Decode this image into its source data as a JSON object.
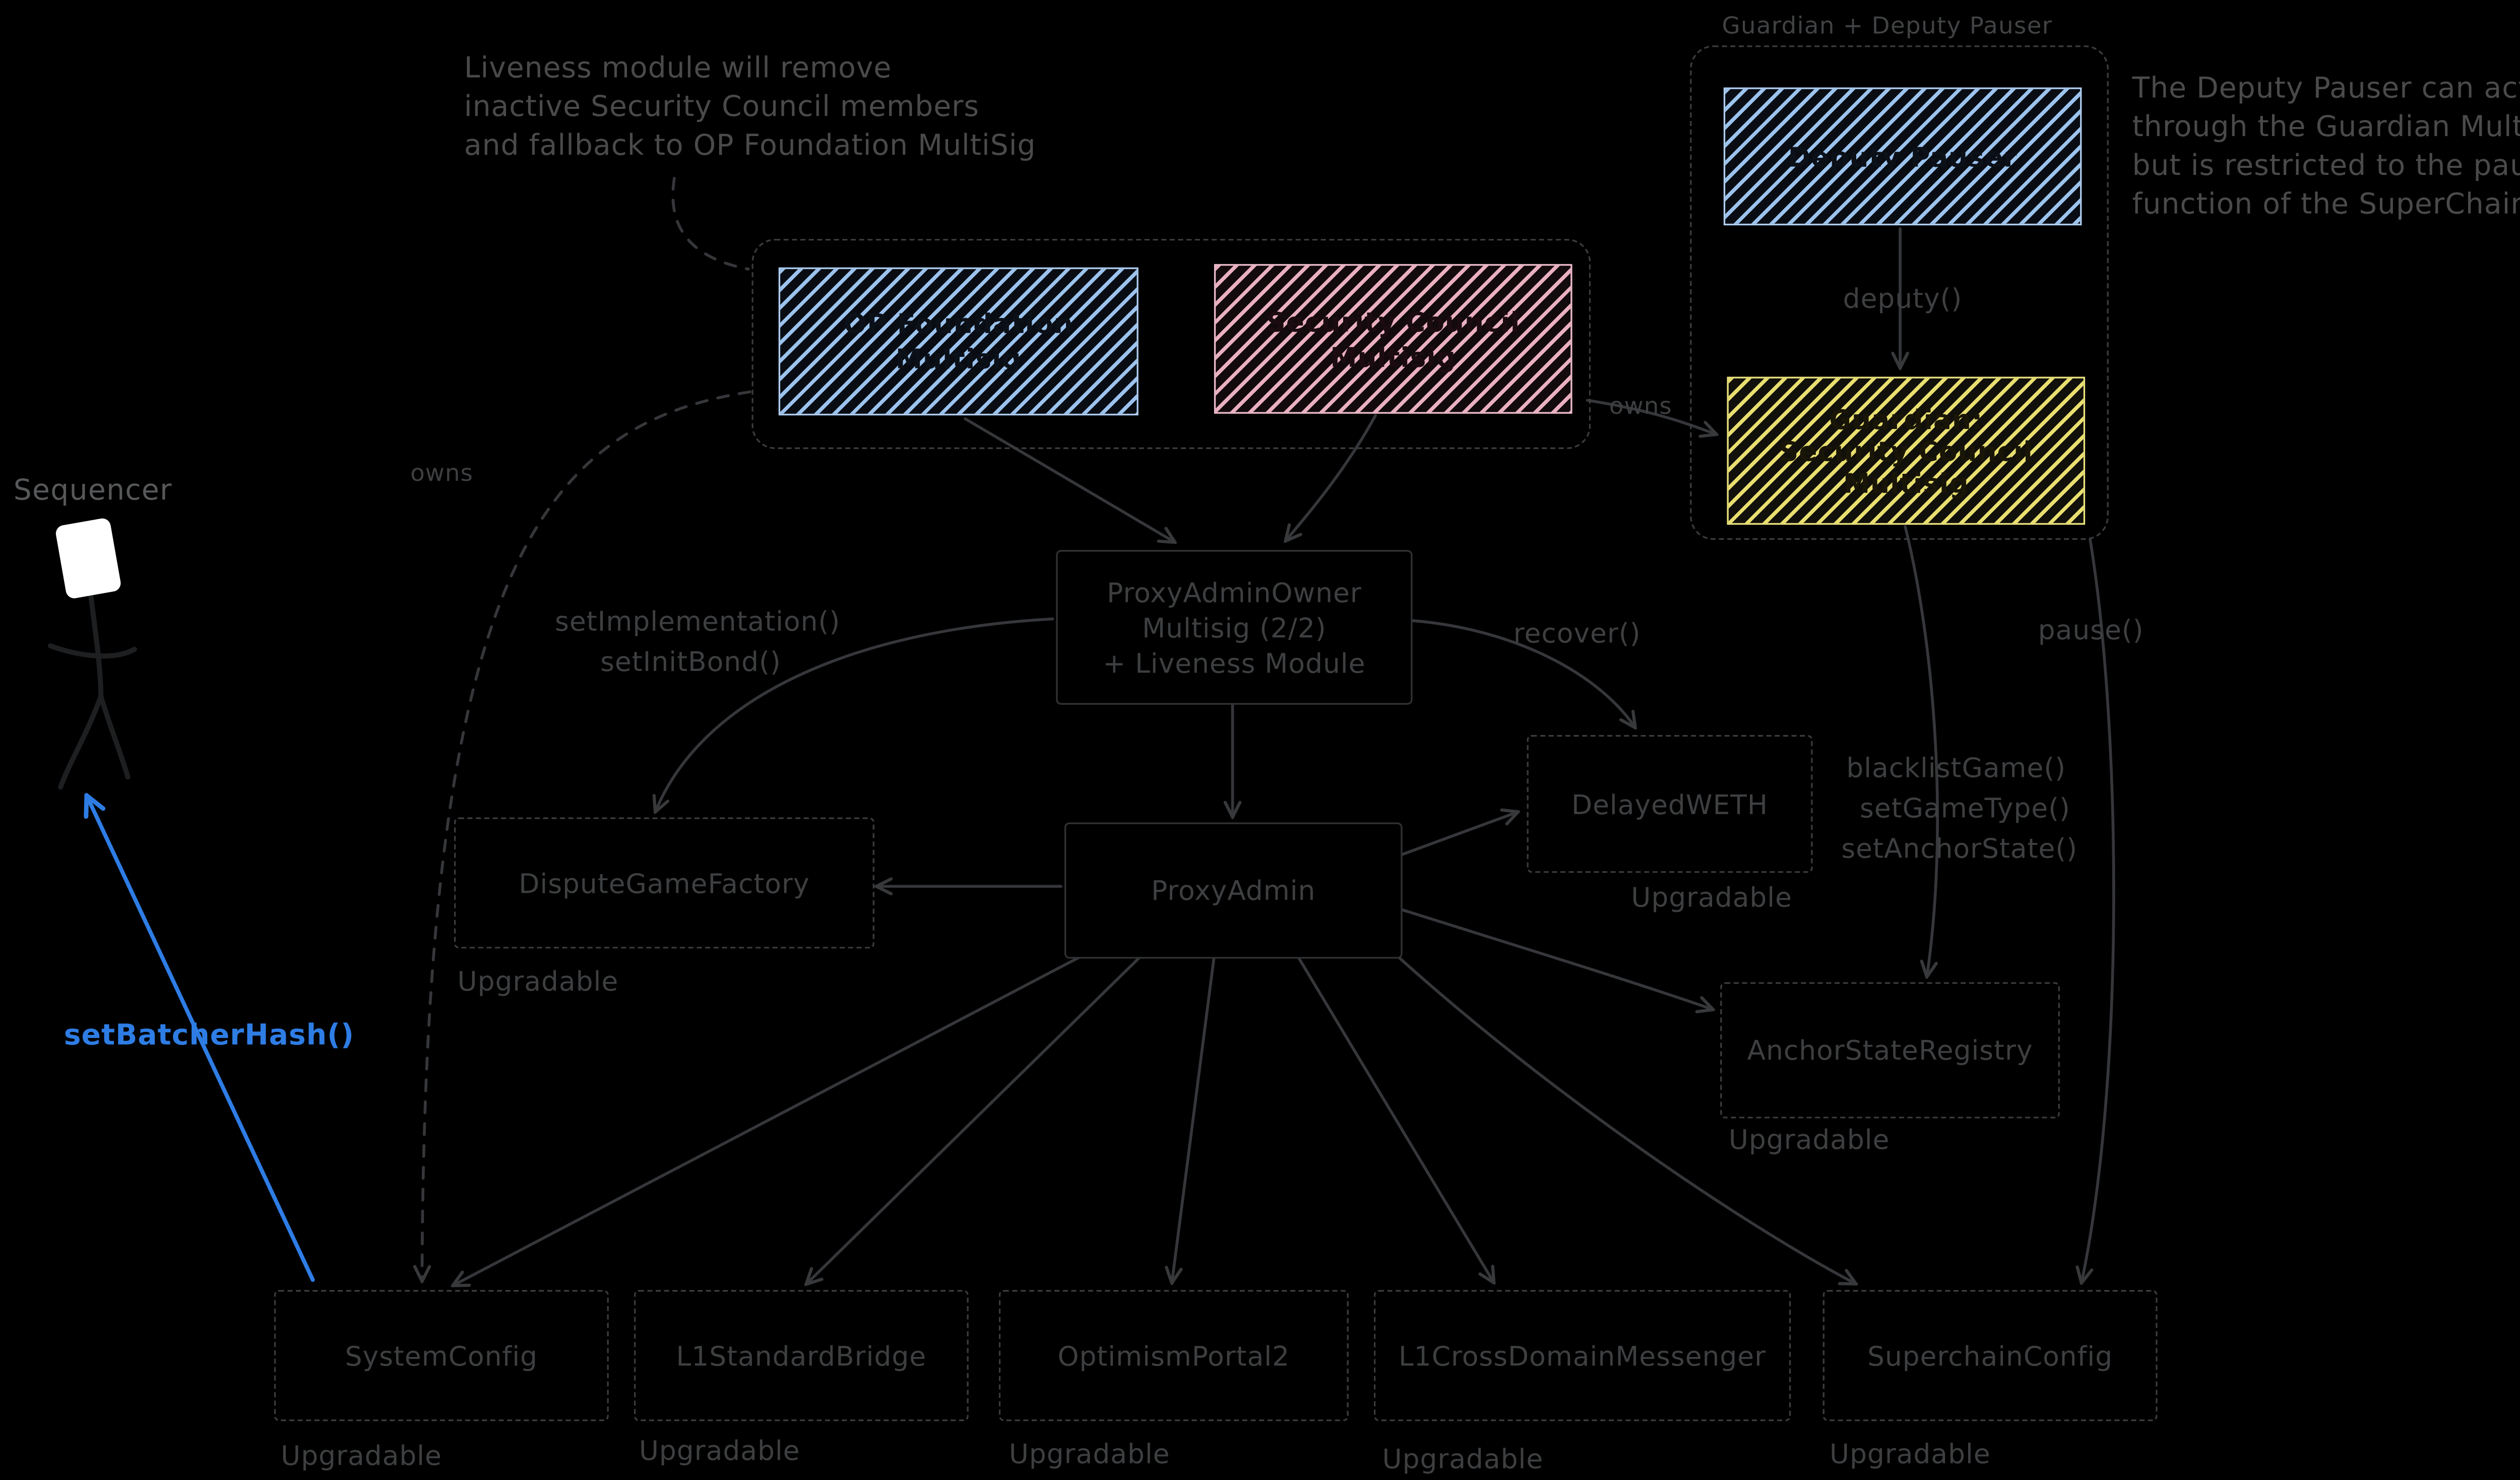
{
  "colors": {
    "background": "#000000",
    "dim_text": "#4a4a4a",
    "node_text": "#3d3f41",
    "line": "#35373a",
    "accent_blue": "#2e7de5",
    "hatch_blue": "#9cc3ee",
    "hatch_pink": "#eab0c0",
    "hatch_yellow": "#e9df70"
  },
  "notes": {
    "liveness": {
      "line1": "Liveness module will remove",
      "line2": "inactive Security Council members",
      "line3": "and fallback to OP Foundation MultiSig"
    },
    "deputy": {
      "line1": "The Deputy Pauser can act",
      "line2": "through the Guardian Multisig,",
      "line3": "but is restricted to the pause()",
      "line4": "function of the SuperChainConfig"
    }
  },
  "groups": {
    "guardian": {
      "label": "Guardian + Deputy Pauser"
    }
  },
  "nodes": {
    "op_foundation": {
      "lines": [
        "OP Foundation",
        "Multisig"
      ]
    },
    "security_council": {
      "lines": [
        "Security Council",
        "Multisig"
      ]
    },
    "deputy_pauser": {
      "label": "Deputy Pauser"
    },
    "guardian": {
      "lines": [
        "Guardian:",
        "Security Council",
        "Multisig"
      ]
    },
    "proxy_admin_owner": {
      "lines": [
        "ProxyAdminOwner",
        "Multisig (2/2)",
        "+ Liveness Module"
      ]
    },
    "dispute_game_factory": {
      "label": "DisputeGameFactory",
      "tag": "Upgradable"
    },
    "delayed_weth": {
      "label": "DelayedWETH",
      "tag": "Upgradable"
    },
    "proxy_admin": {
      "label": "ProxyAdmin"
    },
    "anchor_state_registry": {
      "label": "AnchorStateRegistry",
      "tag": "Upgradable"
    },
    "system_config": {
      "label": "SystemConfig",
      "tag": "Upgradable"
    },
    "l1_standard_bridge": {
      "label": "L1StandardBridge",
      "tag": "Upgradable"
    },
    "optimism_portal2": {
      "label": "OptimismPortal2",
      "tag": "Upgradable"
    },
    "l1_cross_domain_messenger": {
      "label": "L1CrossDomainMessenger",
      "tag": "Upgradable"
    },
    "superchain_config": {
      "label": "SuperchainConfig",
      "tag": "Upgradable"
    }
  },
  "actors": {
    "sequencer": {
      "label": "Sequencer"
    }
  },
  "edges": {
    "owns_left": "owns",
    "owns_right": "owns",
    "deputy": "deputy()",
    "set_implementation": "setImplementation()",
    "set_init_bond": "setInitBond()",
    "recover": "recover()",
    "blacklist_game": "blacklistGame()",
    "set_game_type": "setGameType()",
    "set_anchor_state": "setAnchorState()",
    "pause": "pause()",
    "set_batcher_hash": "setBatcherHash()"
  }
}
